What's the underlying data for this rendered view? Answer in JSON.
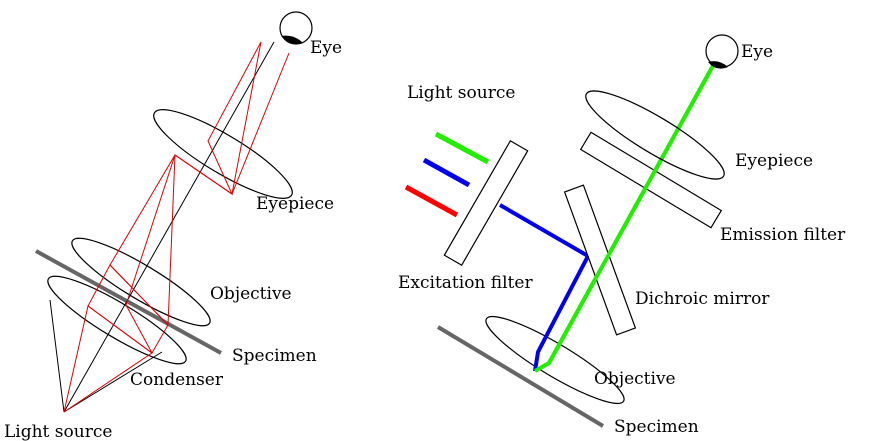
{
  "left_diagram": {
    "labels": {
      "eye": "Eye",
      "eyepiece": "Eyepiece",
      "objective": "Objective",
      "specimen": "Specimen",
      "condenser": "Condenser",
      "light_source": "Light source"
    }
  },
  "right_diagram": {
    "labels": {
      "eye": "Eye",
      "light_source": "Light source",
      "eyepiece": "Eyepiece",
      "emission_filter": "Emission filter",
      "excitation_filter": "Excitation filter",
      "dichroic_mirror": "Dichroic mirror",
      "objective": "Objective",
      "specimen": "Specimen"
    },
    "colors": {
      "red_light": "#ff0000",
      "blue_light": "#0000ee",
      "green_light": "#22ee00",
      "specimen_slide": "#666666"
    }
  }
}
